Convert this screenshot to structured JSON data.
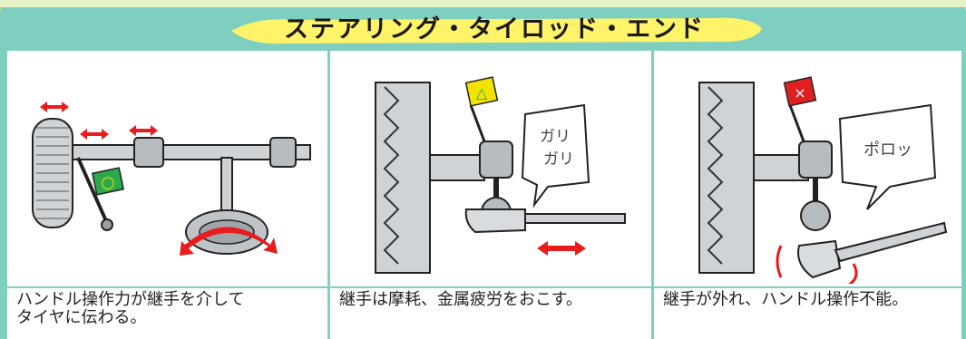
{
  "title": "ステアリング・タイロッド・エンド",
  "panels": [
    {
      "caption": "ハンドル操作力が継手を介して\nタイヤに伝わる。",
      "badge": "○",
      "badge_color": "#2da84a"
    },
    {
      "caption": "継手は摩耗、金属疲労をおこす。",
      "badge": "△",
      "badge_color": "#f2e200",
      "speech": "ガリ\nガリ"
    },
    {
      "caption": "継手が外れ、ハンドル操作不能。",
      "badge": "×",
      "badge_color": "#e02020",
      "speech": "ポロッ"
    }
  ],
  "colors": {
    "frame": "#7fcfc0",
    "background": "#f7e36a",
    "arrow": "#e81c1c",
    "title_banner": "#fff36a"
  }
}
